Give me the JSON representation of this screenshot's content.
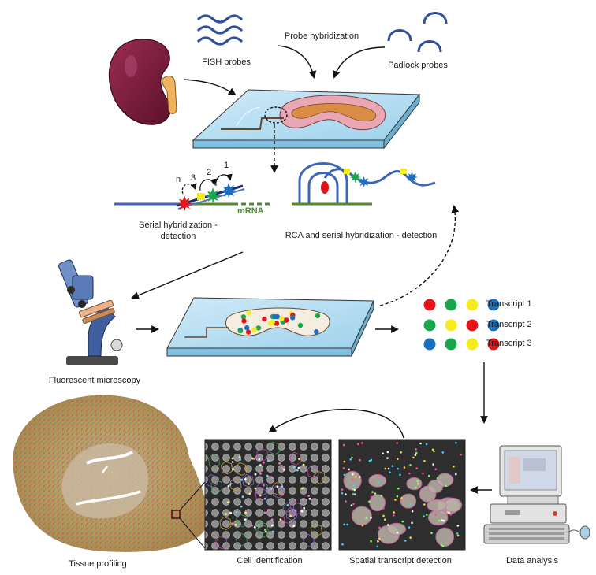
{
  "labels": {
    "fish_probes": "FISH probes",
    "probe_hybridization": "Probe hybridization",
    "padlock_probes": "Padlock probes",
    "mrna": "mRNA",
    "serial_line1": "Serial  hybridization -",
    "serial_line2": "detection",
    "rca": "RCA and serial hybridization - detection",
    "fluorescent_microscopy": "Fluorescent microscopy",
    "tissue_profiling": "Tissue profiling",
    "cell_identification": "Cell identification",
    "spatial_transcript_detection": "Spatial transcript detection",
    "data_analysis": "Data analysis",
    "round_n": "n",
    "round_3": "3",
    "round_2": "2",
    "round_1": "1"
  },
  "transcripts": [
    {
      "label": "Transcript 1",
      "colors": [
        "#e8141b",
        "#18a84b",
        "#f6ec1c",
        "#1a6fc0"
      ]
    },
    {
      "label": "Transcript 2",
      "colors": [
        "#18a84b",
        "#f6ec1c",
        "#e8141b",
        "#1a6fc0"
      ]
    },
    {
      "label": "Transcript 3",
      "colors": [
        "#1a6fc0",
        "#18a84b",
        "#f6ec1c",
        "#e8141b"
      ]
    }
  ],
  "colors": {
    "red": "#e8141b",
    "green": "#18a84b",
    "yellow": "#f6ec1c",
    "blue": "#1a6fc0",
    "probe_blue": "#2f59a8",
    "mrna_green": "#4f8a2f",
    "kidney": "#7e1f3d",
    "slide": "#a9d8ef"
  }
}
